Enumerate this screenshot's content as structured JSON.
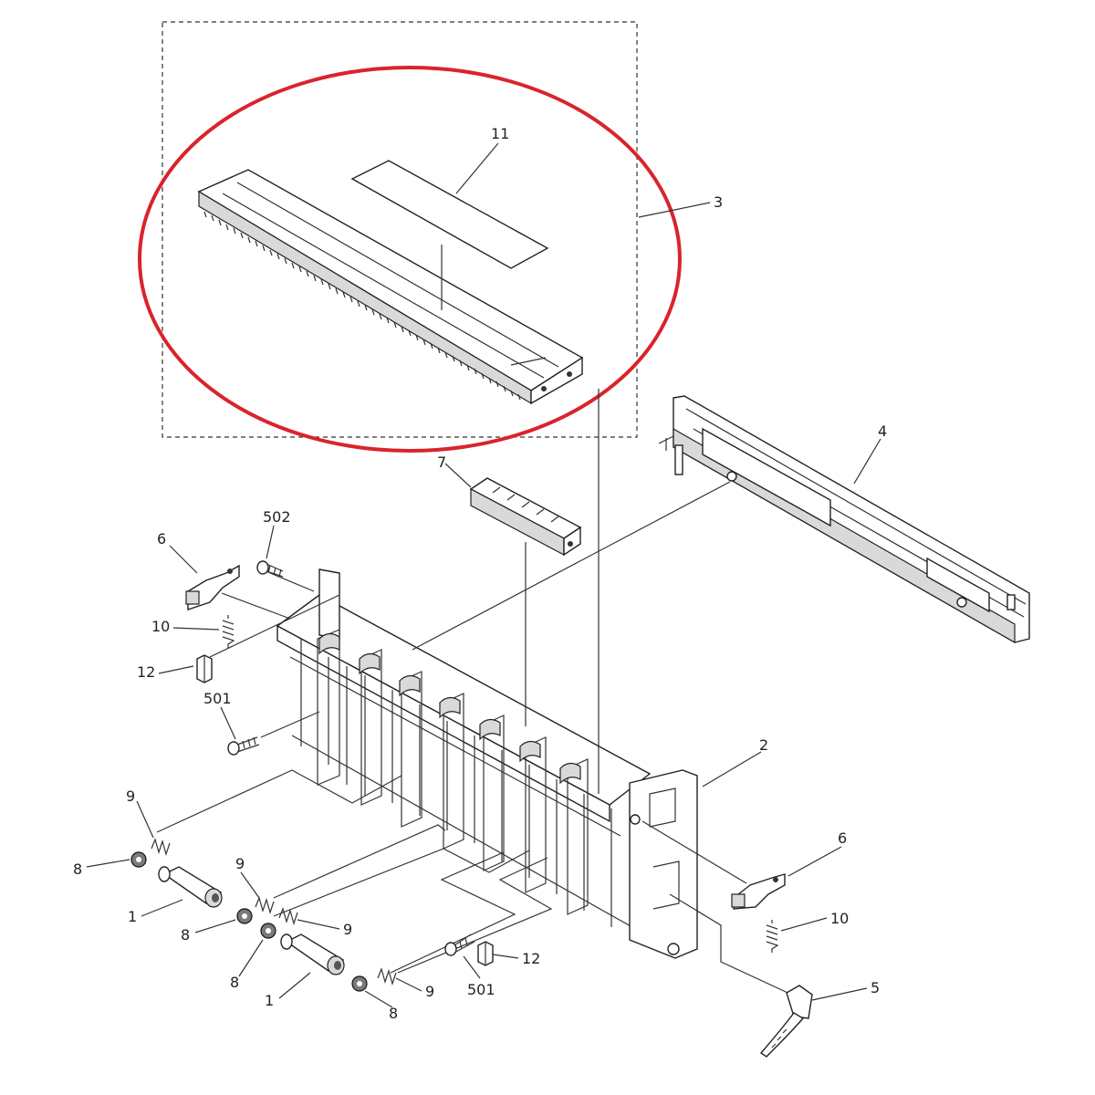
{
  "diagram": {
    "highlight_color": "#d9242b",
    "labels": {
      "l1a": "1",
      "l1b": "1",
      "l2": "2",
      "l3": "3",
      "l4": "4",
      "l5": "5",
      "l6a": "6",
      "l6b": "6",
      "l7": "7",
      "l8a": "8",
      "l8b": "8",
      "l8c": "8",
      "l8d": "8",
      "l9a": "9",
      "l9b": "9",
      "l9c": "9",
      "l9d": "9",
      "l10a": "10",
      "l10b": "10",
      "l11": "11",
      "l12a": "12",
      "l12b": "12",
      "l501a": "501",
      "l501b": "501",
      "l502": "502"
    }
  }
}
